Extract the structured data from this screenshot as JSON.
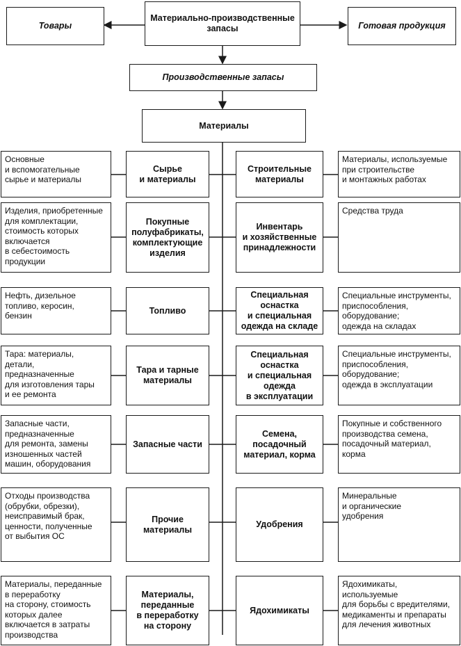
{
  "top": {
    "mpz": "Материально-производственные\nзапасы",
    "goods": "Товары",
    "finished": "Готовая продукция",
    "prod_stocks": "Производственные запасы",
    "materials": "Материалы"
  },
  "rows": [
    {
      "left_desc": "Основные\nи вспомогательные\nсырье и материалы",
      "left_cat": "Сырье\nи материалы",
      "right_cat": "Строительные\nматериалы",
      "right_desc": "Материалы, используемые\nпри строительстве\nи монтажных работах"
    },
    {
      "left_desc": "Изделия, приобретенные\nдля комплектации,\nстоимость которых\nвключается\nв себестоимость\nпродукции",
      "left_cat": "Покупные\nполуфабрикаты,\nкомплектующие\nизделия",
      "right_cat": "Инвентарь\nи хозяйственные\nпринадлежности",
      "right_desc": "Средства труда"
    },
    {
      "left_desc": "Нефть, дизельное\nтопливо, керосин,\nбензин",
      "left_cat": "Топливо",
      "right_cat": "Специальная\nоснастка\nи специальная\nодежда на складе",
      "right_desc": "Специальные инструменты,\nприспособления,\nоборудование;\nодежда на складах"
    },
    {
      "left_desc": "Тара: материалы,\nдетали,\nпредназначенные\nдля изготовления тары\nи ее ремонта",
      "left_cat": "Тара и тарные\nматериалы",
      "right_cat": "Специальная\nоснастка\nи специальная\nодежда\nв эксплуатации",
      "right_desc": "Специальные инструменты,\nприспособления,\nоборудование;\nодежда в эксплуатации"
    },
    {
      "left_desc": "Запасные части,\nпредназначенные\nдля ремонта, замены\nизношенных частей\nмашин, оборудования",
      "left_cat": "Запасные части",
      "right_cat": "Семена,\nпосадочный\nматериал, корма",
      "right_desc": "Покупные и собственного\nпроизводства семена,\nпосадочный материал,\nкорма"
    },
    {
      "left_desc": "Отходы производства\n(обрубки, обрезки),\nнеисправимый брак,\nценности, полученные\nот выбытия ОС",
      "left_cat": "Прочие\nматериалы",
      "right_cat": "Удобрения",
      "right_desc": "Минеральные\nи органические\nудобрения"
    },
    {
      "left_desc": "Материалы, переданные\nв переработку\nна сторону, стоимость\nкоторых далее\nвключается в затраты\nпроизводства",
      "left_cat": "Материалы,\nпереданные\nв переработку\nна сторону",
      "right_cat": "Ядохимикаты",
      "right_desc": "Ядохимикаты,\nиспользуемые\nдля борьбы с вредителями,\nмедикаменты и препараты\nдля лечения животных"
    }
  ]
}
